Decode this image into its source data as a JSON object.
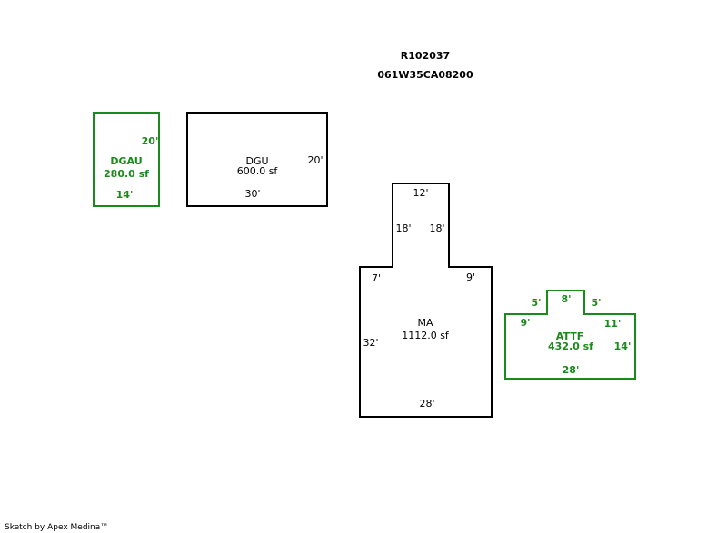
{
  "header": {
    "parcel_id": "R102037",
    "map_number": "061W35CA08200"
  },
  "footer": {
    "credit": "Sketch by Apex Medina™"
  },
  "colors": {
    "main_line": "#000000",
    "addition_line": "#1a8a1a"
  },
  "areas": {
    "dgau": {
      "code": "DGAU",
      "area": "280.0 sf",
      "dims": {
        "right": "20'",
        "bottom": "14'"
      }
    },
    "dgu": {
      "code": "DGU",
      "area": "600.0 sf",
      "dims": {
        "right": "20'",
        "bottom": "30'"
      }
    },
    "ma": {
      "code": "MA",
      "area": "1112.0 sf",
      "dims": {
        "top": "12'",
        "upper_left": "18'",
        "upper_right": "18'",
        "left_step": "7'",
        "right_step": "9'",
        "left": "32'",
        "bottom": "28'"
      }
    },
    "attf": {
      "code": "ATTF",
      "area": "432.0 sf",
      "dims": {
        "bump_top": "8'",
        "bump_left": "5'",
        "bump_right": "5'",
        "left_top": "9'",
        "right_top": "11'",
        "right": "14'",
        "bottom": "28'"
      }
    }
  }
}
